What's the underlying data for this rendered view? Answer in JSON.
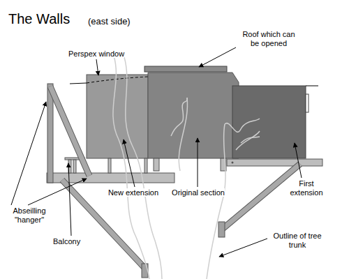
{
  "diagram": {
    "title": "The Walls",
    "labels": [
      "(east side)",
      "Roof which can be opened",
      "Perspex window",
      "New extension",
      "Original section",
      "First extension",
      "Abseilling \"hanger\"",
      "Balcony",
      "Outline of tree trunk"
    ]
  }
}
